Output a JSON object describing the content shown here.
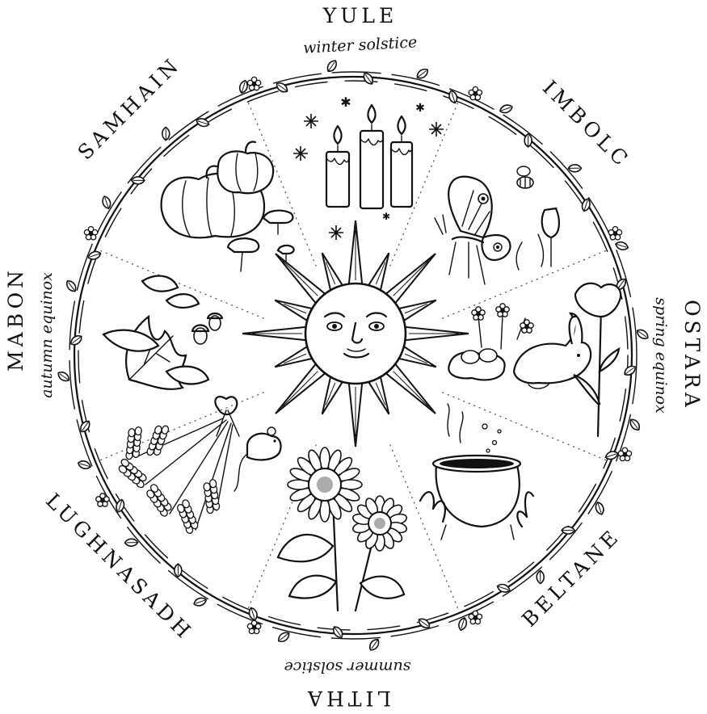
{
  "sabbats": [
    {
      "name": "YULE",
      "subtitle": "winter solstice"
    },
    {
      "name": "IMBOLC",
      "subtitle": ""
    },
    {
      "name": "OSTARA",
      "subtitle": "spring equinox"
    },
    {
      "name": "BELTANE",
      "subtitle": ""
    },
    {
      "name": "LITHA",
      "subtitle": "summer solstice"
    },
    {
      "name": "LUGHNASADH",
      "subtitle": ""
    },
    {
      "name": "MABON",
      "subtitle": "autumn equinox"
    },
    {
      "name": "SAMHAIN",
      "subtitle": ""
    }
  ],
  "icons": {
    "center": "sun-face-icon",
    "yule": "candles-snowflakes-icon",
    "imbolc": "butterfly-bee-icon",
    "ostara": "rabbit-eggs-flowers-icon",
    "beltane": "cauldron-fire-icon",
    "litha": "sunflowers-icon",
    "lughnasadh": "wheat-sheaf-mouse-icon",
    "mabon": "autumn-leaves-acorns-icon",
    "samhain": "pumpkins-mushrooms-icon"
  },
  "colors": {
    "ink": "#111111",
    "paper": "#ffffff"
  }
}
